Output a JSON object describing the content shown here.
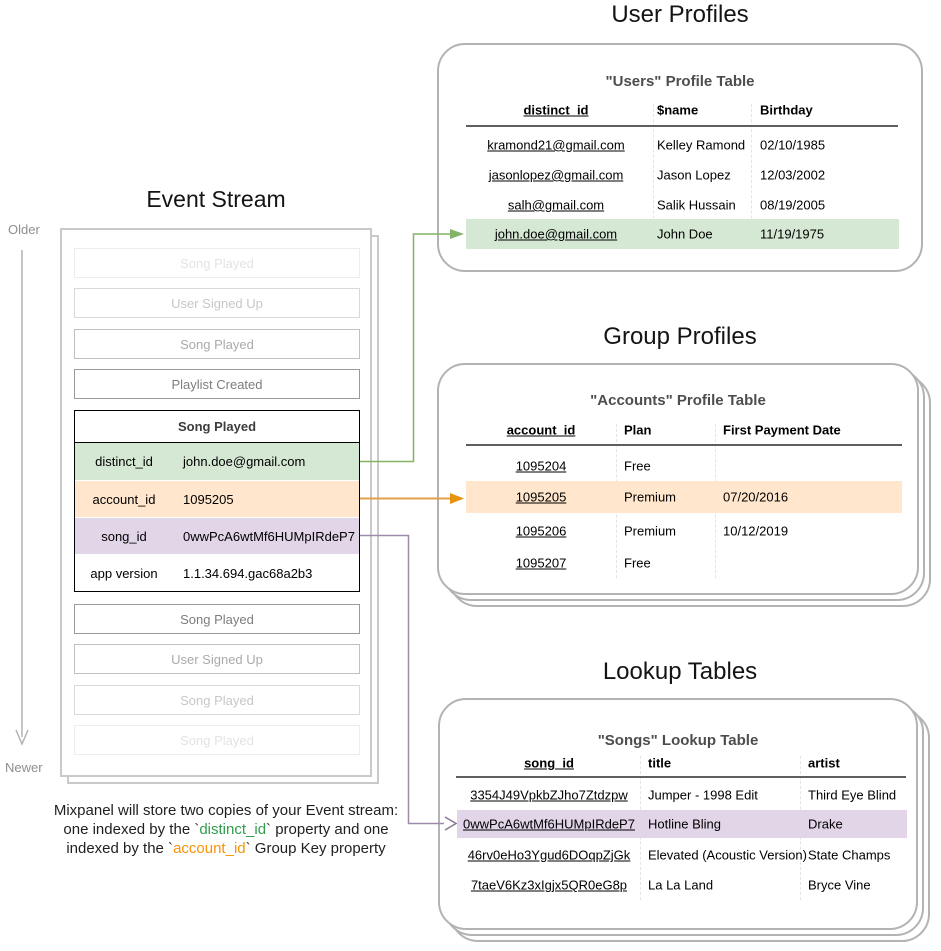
{
  "colors": {
    "green_fill": "#d5e8d4",
    "green_stroke": "#82b366",
    "orange_fill": "#ffe6cc",
    "orange_stroke": "#d79b00",
    "purple_fill": "#e1d5e7",
    "purple_stroke": "#9673a6",
    "caption_green": "#2e9e4c",
    "caption_orange": "#f89406",
    "card_border": "#b3b3b3"
  },
  "event_stream": {
    "title": "Event Stream",
    "older_label": "Older",
    "newer_label": "Newer",
    "events_before": [
      {
        "label": "Song Played"
      },
      {
        "label": "User Signed Up"
      },
      {
        "label": "Song Played"
      },
      {
        "label": "Playlist Created"
      }
    ],
    "detail_event": {
      "title": "Song Played",
      "properties": [
        {
          "key": "distinct_id",
          "value": "john.doe@gmail.com",
          "highlight": "green"
        },
        {
          "key": "account_id",
          "value": "1095205",
          "highlight": "orange"
        },
        {
          "key": "song_id",
          "value": "0wwPcA6wtMf6HUMpIRdeP7",
          "highlight": "purple"
        },
        {
          "key": "app version",
          "value": "1.1.34.694.gac68a2b3",
          "highlight": "none"
        }
      ]
    },
    "events_after": [
      {
        "label": "Song Played"
      },
      {
        "label": "User Signed Up"
      },
      {
        "label": "Song Played"
      },
      {
        "label": "Song Played"
      }
    ]
  },
  "caption": {
    "line1": "Mixpanel will store two copies of your Event stream:",
    "line2a": "one indexed by the `",
    "line2b": "distinct_id",
    "line2c": "` property and one",
    "line3a": "indexed by the `",
    "line3b": "account_id",
    "line3c": "` Group Key property"
  },
  "user_profiles": {
    "section_title": "User Profiles",
    "table_title": "\"Users\" Profile Table",
    "columns": [
      "distinct_id",
      "$name",
      "Birthday"
    ],
    "rows": [
      [
        "kramond21@gmail.com",
        "Kelley Ramond",
        "02/10/1985"
      ],
      [
        "jasonlopez@gmail.com",
        "Jason Lopez",
        "12/03/2002"
      ],
      [
        "salh@gmail.com",
        "Salik Hussain",
        "08/19/2005"
      ],
      [
        "john.doe@gmail.com",
        "John Doe",
        "11/19/1975"
      ]
    ],
    "highlight_row_index": 3
  },
  "group_profiles": {
    "section_title": "Group Profiles",
    "table_title": "\"Accounts\" Profile Table",
    "columns": [
      "account_id",
      "Plan",
      "First Payment Date"
    ],
    "rows": [
      [
        "1095204",
        "Free",
        ""
      ],
      [
        "1095205",
        "Premium",
        "07/20/2016"
      ],
      [
        "1095206",
        "Premium",
        "10/12/2019"
      ],
      [
        "1095207",
        "Free",
        ""
      ]
    ],
    "highlight_row_index": 1
  },
  "lookup_tables": {
    "section_title": "Lookup Tables",
    "table_title": "\"Songs\" Lookup Table",
    "columns": [
      "song_id",
      "title",
      "artist"
    ],
    "rows": [
      [
        "3354J49VpkbZJho7Ztdzpw",
        "Jumper - 1998 Edit",
        "Third Eye Blind"
      ],
      [
        "0wwPcA6wtMf6HUMpIRdeP7",
        "Hotline Bling",
        "Drake"
      ],
      [
        "46rv0eHo3Ygud6DOqpZjGk",
        "Elevated (Acoustic Version)",
        "State Champs"
      ],
      [
        "7taeV6Kz3xIgjx5QR0eG8p",
        "La La Land",
        "Bryce Vine"
      ]
    ],
    "highlight_row_index": 1
  }
}
